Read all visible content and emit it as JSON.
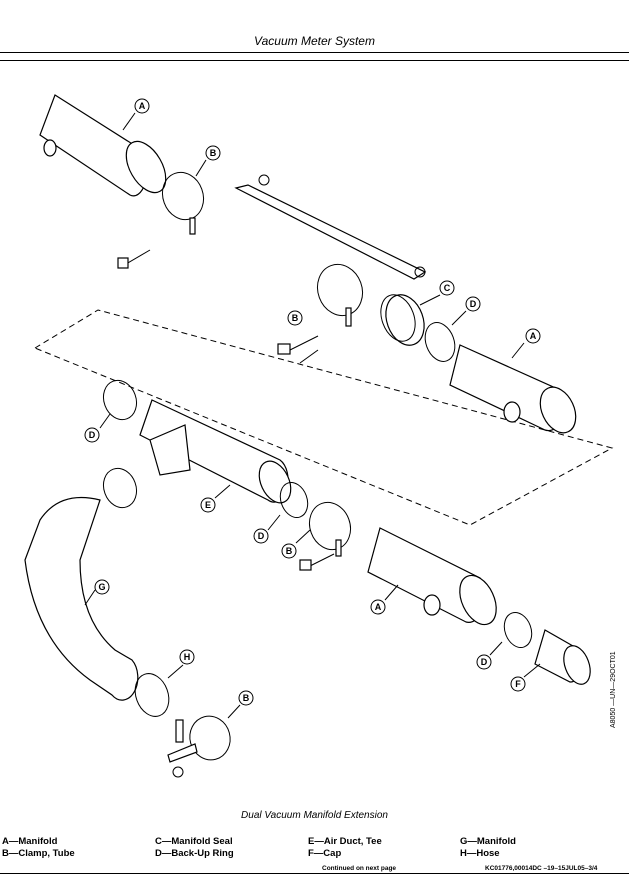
{
  "header": {
    "title": "Vacuum Meter System"
  },
  "figure": {
    "side_id": "A8050 —UN—29OCT01",
    "caption": "Dual Vacuum Manifold Extension",
    "callouts": [
      "A",
      "B",
      "B",
      "C",
      "D",
      "A",
      "D",
      "E",
      "D",
      "B",
      "G",
      "A",
      "D",
      "F",
      "H",
      "B"
    ]
  },
  "legend": {
    "col1": [
      "A—Manifold",
      "B—Clamp, Tube"
    ],
    "col2": [
      "C—Manifold Seal",
      "D—Back-Up Ring"
    ],
    "col3": [
      "E—Air Duct, Tee",
      "F—Cap"
    ],
    "col4": [
      "G—Manifold",
      "H—Hose"
    ]
  },
  "footer": {
    "continued": "Continued on next page",
    "code": "KC01776,00014DC   –19–15JUL05–3/4"
  }
}
